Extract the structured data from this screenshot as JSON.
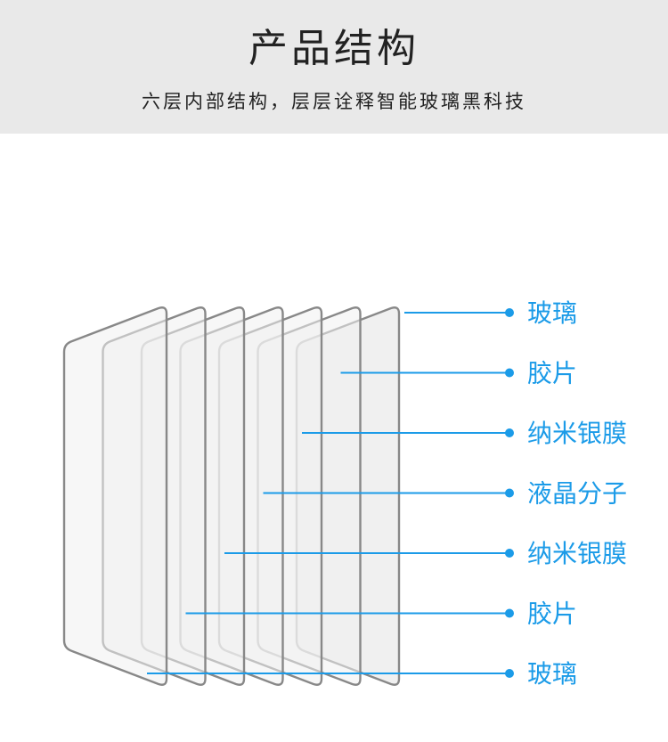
{
  "header": {
    "title": "产品结构",
    "subtitle": "六层内部结构，层层诠释智能玻璃黑科技"
  },
  "diagram": {
    "layers": [
      "玻璃",
      "胶片",
      "纳米银膜",
      "液晶分子",
      "纳米银膜",
      "胶片",
      "玻璃"
    ]
  },
  "colors": {
    "accent": "#1b9be8",
    "panel_stroke": "#888888",
    "header_bg": "#e9e9e9"
  }
}
